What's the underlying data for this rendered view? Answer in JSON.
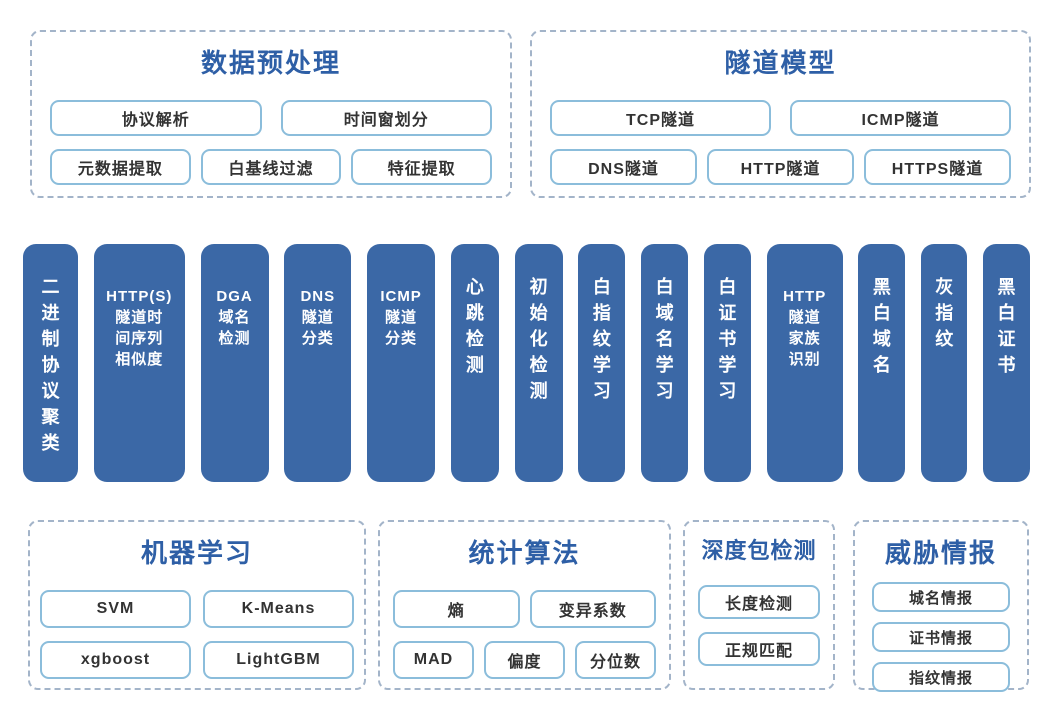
{
  "colors": {
    "bar_fill": "#3b68a6",
    "title_blue": "#2e5fa6",
    "panel_dashed_border": "#a3b4c9",
    "node_border": "#8bbddb",
    "node_text": "#333333"
  },
  "panels": {
    "preprocess": {
      "title": "数据预处理",
      "rows": [
        [
          "协议解析",
          "时间窗划分"
        ],
        [
          "元数据提取",
          "白基线过滤",
          "特征提取"
        ]
      ]
    },
    "tunnel_model": {
      "title": "隧道模型",
      "rows": [
        [
          "TCP隧道",
          "ICMP隧道"
        ],
        [
          "DNS隧道",
          "HTTP隧道",
          "HTTPS隧道"
        ]
      ]
    },
    "machine_learning": {
      "title": "机器学习",
      "rows": [
        [
          "SVM",
          "K-Means"
        ],
        [
          "xgboost",
          "LightGBM"
        ]
      ]
    },
    "statistics": {
      "title": "统计算法",
      "rows": [
        [
          "熵",
          "变异系数"
        ],
        [
          "MAD",
          "偏度",
          "分位数"
        ]
      ]
    },
    "dpi": {
      "title": "深度包检测",
      "rows": [
        [
          "长度检测"
        ],
        [
          "正规匹配"
        ]
      ]
    },
    "threat_intel": {
      "title": "威胁情报",
      "rows": [
        [
          "城名情报"
        ],
        [
          "证书情报"
        ],
        [
          "指纹情报"
        ]
      ]
    }
  },
  "bars": [
    {
      "label": "二进制协议聚类",
      "lines": [
        "二",
        "进",
        "制",
        "协",
        "议",
        "聚",
        "类"
      ]
    },
    {
      "label": "HTTP(S)隧道时间序列相似度",
      "lines": [
        "HTTP(S)",
        "隧道时",
        "间序列",
        "相似度"
      ]
    },
    {
      "label": "DGA域名检测",
      "lines": [
        "DGA",
        "域名",
        "检测"
      ]
    },
    {
      "label": "DNS隧道分类",
      "lines": [
        "DNS",
        "隧道",
        "分类"
      ]
    },
    {
      "label": "ICMP隧道分类",
      "lines": [
        "ICMP",
        "隧道",
        "分类"
      ]
    },
    {
      "label": "心跳检测",
      "lines": [
        "心",
        "跳",
        "检",
        "测"
      ]
    },
    {
      "label": "初始化检测",
      "lines": [
        "初",
        "始",
        "化",
        "检",
        "测"
      ]
    },
    {
      "label": "白指纹学习",
      "lines": [
        "白",
        "指",
        "纹",
        "学",
        "习"
      ]
    },
    {
      "label": "白域名学习",
      "lines": [
        "白",
        "域",
        "名",
        "学",
        "习"
      ]
    },
    {
      "label": "白证书学习",
      "lines": [
        "白",
        "证",
        "书",
        "学",
        "习"
      ]
    },
    {
      "label": "HTTP隧道家族识别",
      "lines": [
        "HTTP",
        "隧道",
        "家族",
        "识别"
      ]
    },
    {
      "label": "黑白域名",
      "lines": [
        "黑",
        "白",
        "域",
        "名"
      ]
    },
    {
      "label": "灰指纹",
      "lines": [
        "灰",
        "指",
        "纹"
      ]
    },
    {
      "label": "黑白证书",
      "lines": [
        "黑",
        "白",
        "证",
        "书"
      ]
    }
  ]
}
